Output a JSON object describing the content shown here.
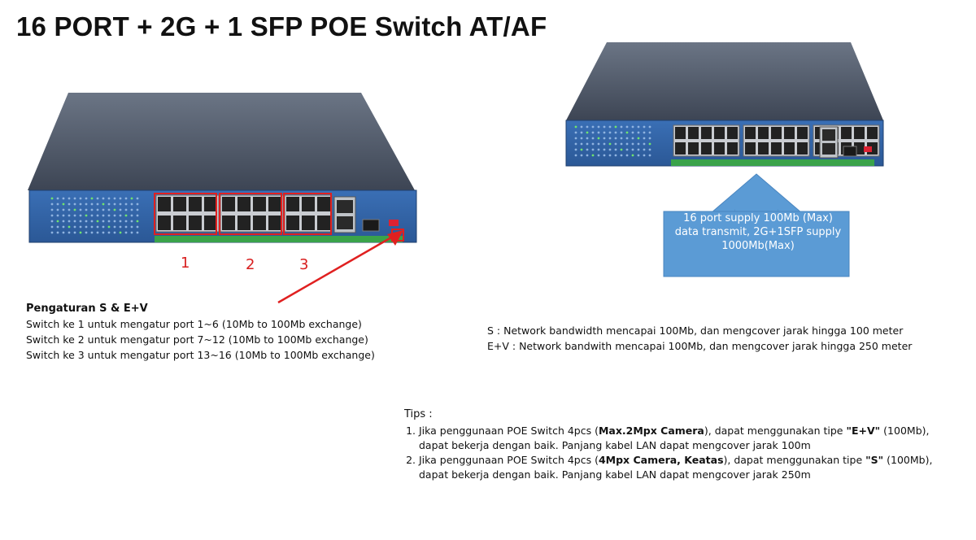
{
  "title": "16 PORT + 2G + 1 SFP POE Switch AT/AF",
  "port_group_numbers": [
    "1",
    "2",
    "3"
  ],
  "callout": {
    "line1": "16 port supply 100Mb (Max)",
    "line2": "data transmit, 2G+1SFP supply",
    "line3": "1000Mb(Max)"
  },
  "settings": {
    "heading": "Pengaturan S & E+V",
    "lines": [
      "Switch ke 1 untuk mengatur port 1~6 (10Mb to 100Mb exchange)",
      "Switch ke 2 untuk mengatur port 7~12 (10Mb to 100Mb exchange)",
      "Switch ke 3 untuk mengatur port 13~16 (10Mb to 100Mb exchange)"
    ]
  },
  "modes": {
    "s": "S : Network bandwidth mencapai 100Mb, dan mengcover jarak hingga 100 meter",
    "ev": "E+V : Network bandwith mencapai 100Mb, dan mengcover jarak hingga 250 meter"
  },
  "tips": {
    "heading": "Tips :",
    "item1": {
      "a": "Jika penggunaan POE Switch 4pcs (",
      "b": "Max.2Mpx Camera",
      "c": "), dapat menggunakan tipe ",
      "d": "\"E+V\"",
      "e": " (100Mb),",
      "f": "dapat bekerja dengan baik. Panjang kabel LAN dapat mengcover jarak 100m"
    },
    "item2": {
      "a": "Jika penggunaan POE Switch 4pcs (",
      "b": "4Mpx Camera, Keatas",
      "c": "), dapat menggunakan tipe ",
      "d": "\"S\"",
      "e": " (100Mb),",
      "f": "dapat bekerja dengan baik. Panjang kabel LAN dapat mengcover jarak 250m"
    }
  },
  "colors": {
    "chassis_top": "#4a5362",
    "front_panel": "#2f5fa3",
    "port_strip": "#3aa34a",
    "highlight": "#e02020",
    "callout": "#5b9bd5"
  }
}
